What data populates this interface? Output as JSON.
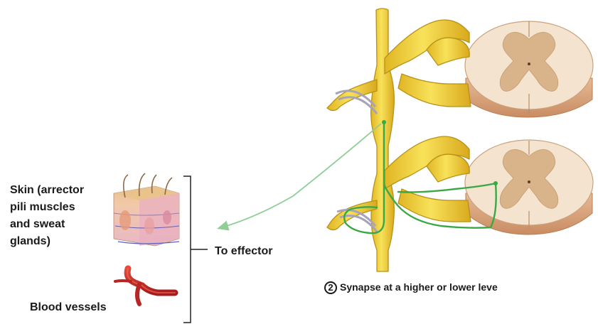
{
  "labels": {
    "skin_line1": "Skin (arrector",
    "skin_line2": "pili muscles",
    "skin_line3": "and sweat",
    "skin_line4": "glands)",
    "blood_vessels": "Blood vessels",
    "to_effector": "To effector"
  },
  "caption": {
    "step_number": "2",
    "text": "Synapse at a higher or lower leve"
  },
  "colors": {
    "nerve_fill": "#f2d13a",
    "nerve_stroke": "#b89116",
    "neuron_pathway": "#3aa845",
    "arrow_to_effector": "#8fce97",
    "spinal_white_matter": "#f3e3cf",
    "spinal_gray_matter": "#d9b48a",
    "spinal_cut_edge": "#d7a27d",
    "blood_vessel": "#cc2b2b",
    "bracket": "#222222"
  },
  "icons": [
    "skin-tissue-icon",
    "blood-vessel-icon",
    "spinal-cord-section-icon",
    "sympathetic-trunk-icon"
  ]
}
